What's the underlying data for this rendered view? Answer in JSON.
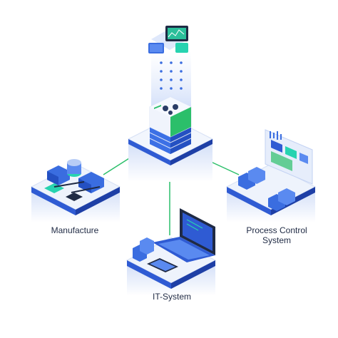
{
  "nodes": {
    "manufacture": {
      "label": "Manufacture"
    },
    "process_control": {
      "label_line1": "Process Control",
      "label_line2": "System"
    },
    "it_system": {
      "label": "IT-System"
    }
  },
  "colors": {
    "platform_top": "#e9eef9",
    "platform_side": "#2f5bd3",
    "platform_side_light": "#dce6fa",
    "link_green": "#2bbf6a",
    "server_blue": "#3a6de0",
    "accent_teal": "#27d3b0",
    "dark_navy": "#1f2a44"
  },
  "icons": [
    "hub-server-icon",
    "monitor-icon",
    "factory-icon",
    "laptop-icon",
    "server-rack-icon",
    "dashboard-panel-icon"
  ]
}
